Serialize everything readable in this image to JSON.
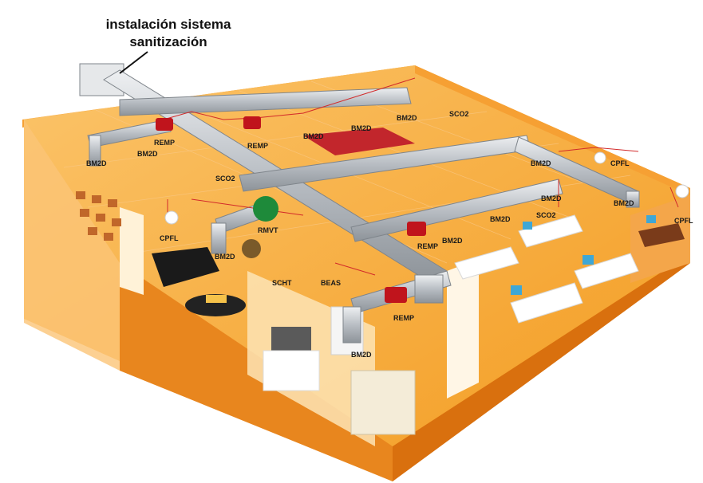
{
  "title": {
    "line1": "instalación sistema",
    "line2": "sanitización"
  },
  "labels": {
    "remp": "REMP",
    "bm2d": "BM2D",
    "sco2": "SCO2",
    "cpfl": "CPFL",
    "rmvt": "RMVT",
    "scht": "SCHT",
    "beas": "BEAS"
  },
  "colors": {
    "floor": "#f7a92e",
    "wall_dark": "#e07c12",
    "wall_light": "#fbd090",
    "duct": "#bfc4c9",
    "remp_unit": "#c0141c",
    "rmvt_unit": "#1e8a3a",
    "sensor_line": "#d22a2a"
  }
}
